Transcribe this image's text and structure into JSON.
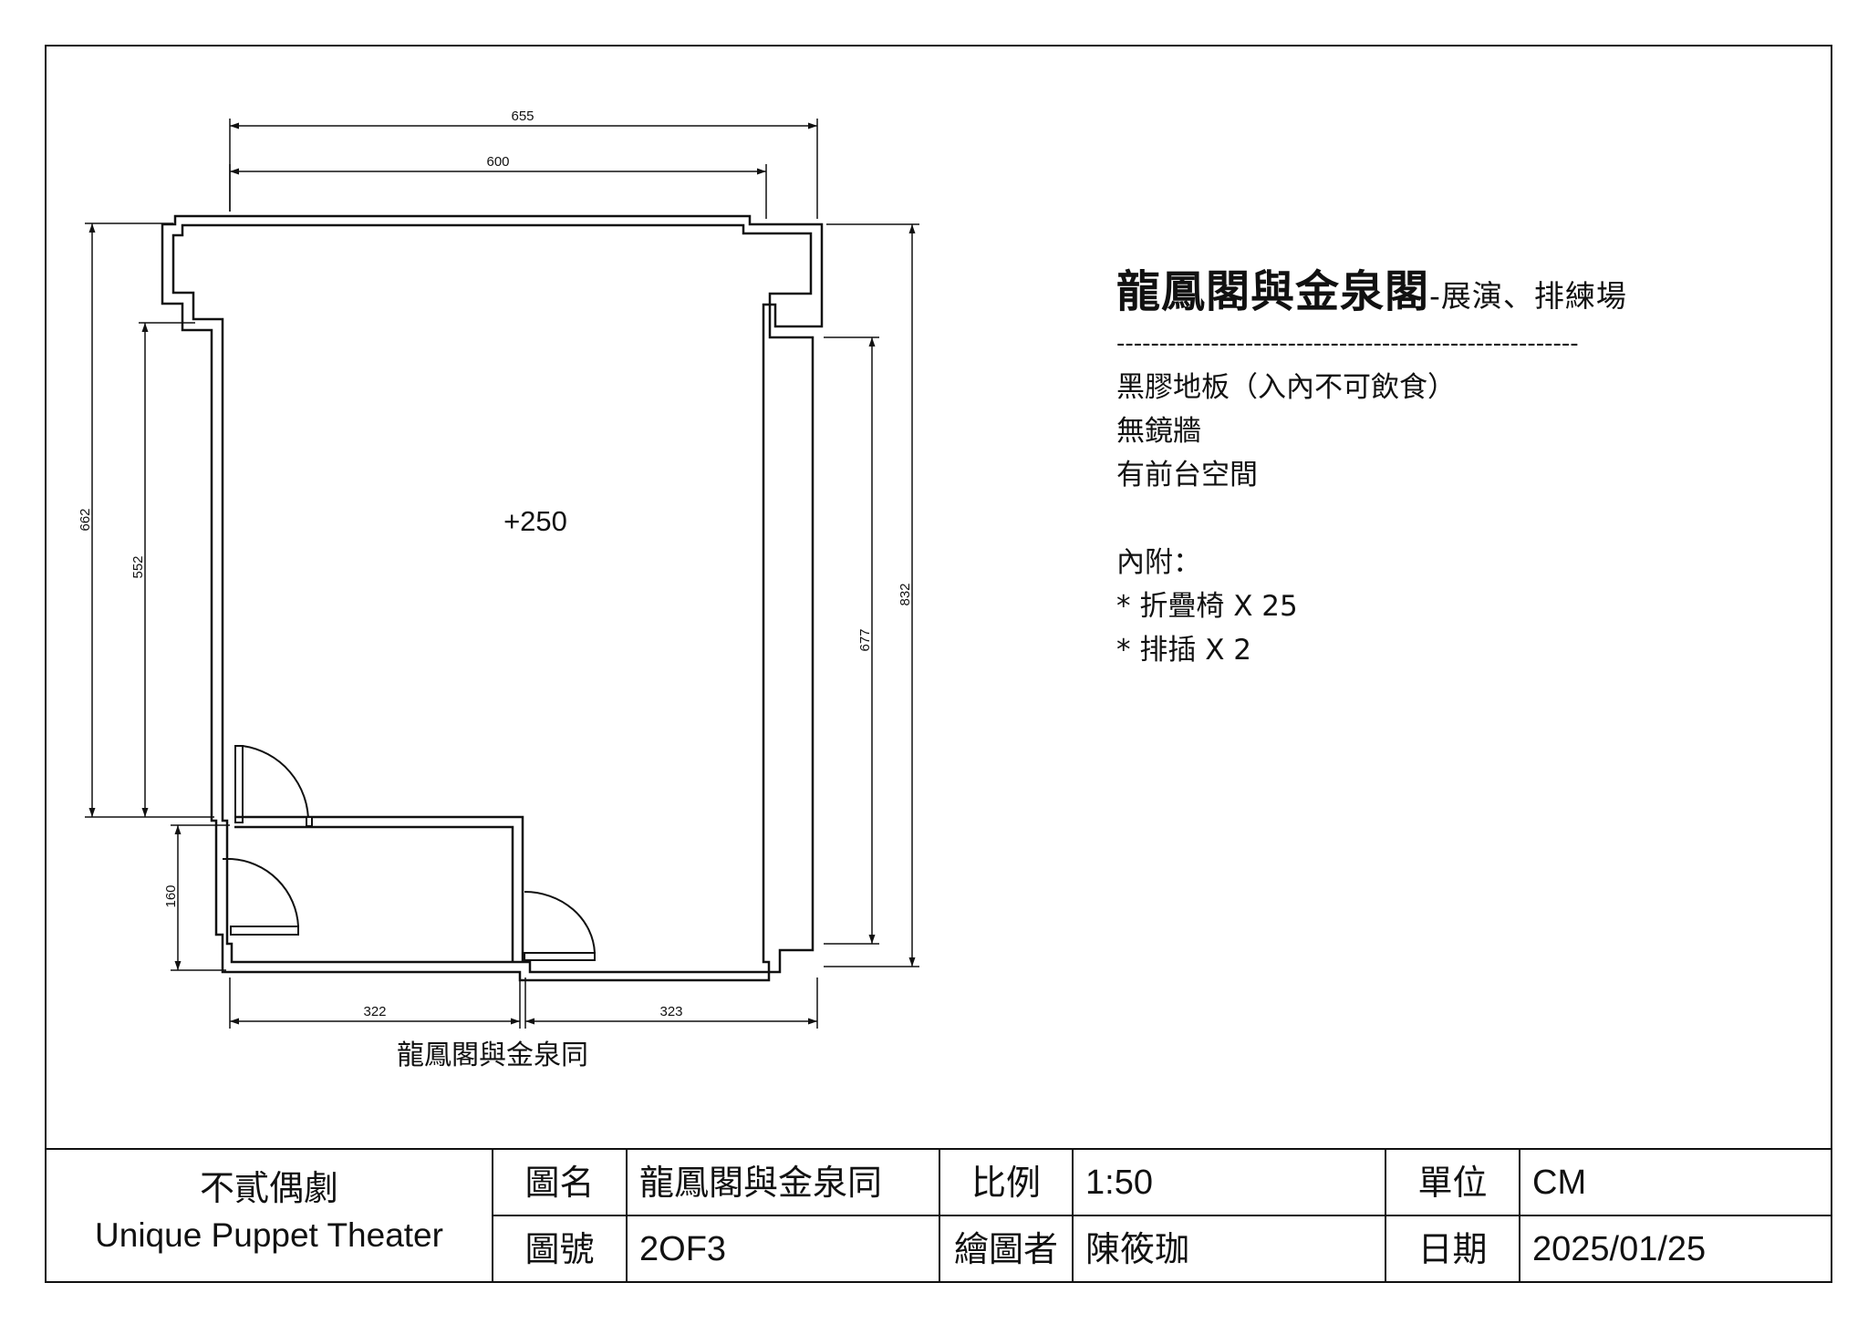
{
  "plan": {
    "elevation": "+250",
    "caption": "龍鳳閣與金泉同",
    "dimensions": {
      "top_outer": "655",
      "top_inner": "600",
      "left_outer": "662",
      "left_inner": "552",
      "left_lower": "160",
      "right_inner": "677",
      "right_outer": "832",
      "bottom_left": "322",
      "bottom_right": "323"
    }
  },
  "notes": {
    "title": "龍鳳閣與金泉閣",
    "title_suffix": "-展演、排練場",
    "separator": "------------------------------------------------------",
    "floor": "黑膠地板（入內不可飲食）",
    "mirror": "無鏡牆",
    "lobby": "有前台空間",
    "includes_label": "內附：",
    "item_1": "* 折疊椅 X 25",
    "item_2": "* 排插 X 2"
  },
  "title_block": {
    "company_cn": "不貳偶劇",
    "company_en": "Unique Puppet Theater",
    "name_label": "圖名",
    "name_value": "龍鳳閣與金泉同",
    "scale_label": "比例",
    "scale_value": "1:50",
    "unit_label": "單位",
    "unit_value": "CM",
    "number_label": "圖號",
    "number_value": "2OF3",
    "drafter_label": "繪圖者",
    "drafter_value": "陳筱珈",
    "date_label": "日期",
    "date_value": "2025/01/25"
  },
  "colors": {
    "ink": "#111111",
    "paper": "#ffffff"
  }
}
